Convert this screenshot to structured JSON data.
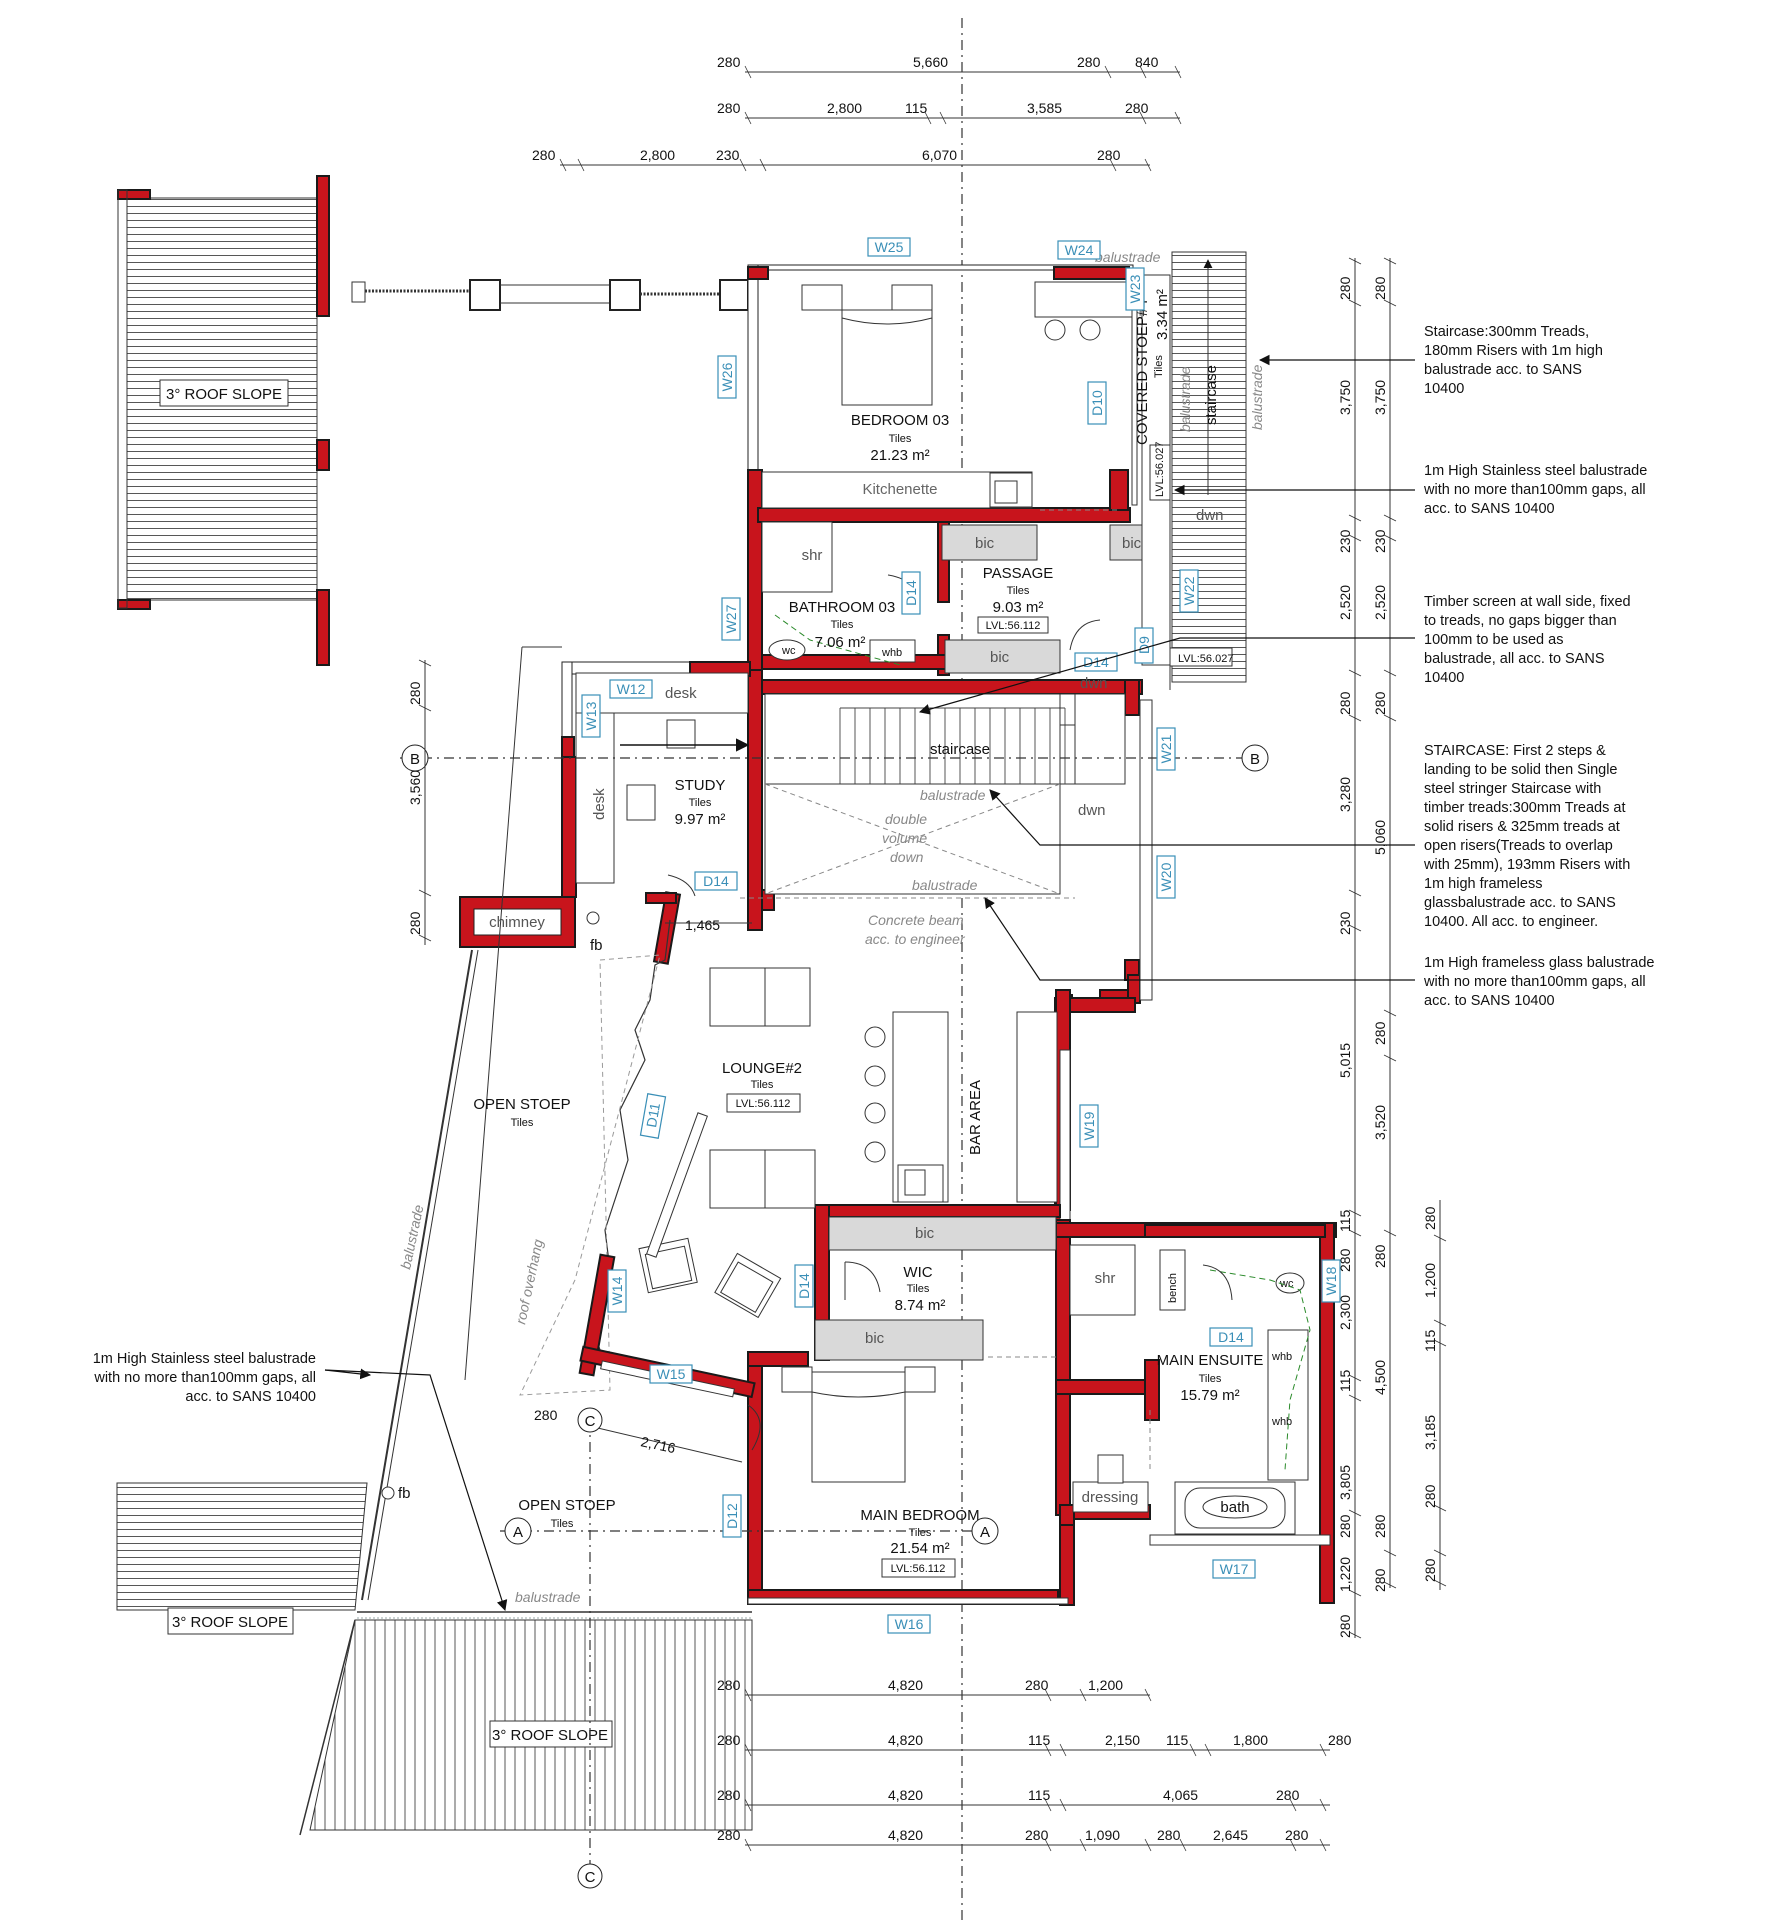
{
  "dimensions": {
    "top_row1": [
      "280",
      "5,660",
      "280",
      "840"
    ],
    "top_row2": [
      "280",
      "2,800",
      "115",
      "3,585",
      "280"
    ],
    "top_row3": [
      "280",
      "2,800",
      "230",
      "6,070",
      "280"
    ],
    "bottom_row1": [
      "280",
      "4,820",
      "280",
      "1,200"
    ],
    "bottom_row2": [
      "280",
      "4,820",
      "115",
      "2,150",
      "115",
      "1,800",
      "280"
    ],
    "bottom_row3": [
      "280",
      "4,820",
      "115",
      "4,065",
      "280"
    ],
    "bottom_row4": [
      "280",
      "4,820",
      "280",
      "1,090",
      "280",
      "2,645",
      "280"
    ],
    "right_col1": [
      "280",
      "3,750",
      "230",
      "2,520",
      "280",
      "3,280",
      "230",
      "5,015",
      "115",
      "280",
      "2,300",
      "115",
      "3,805",
      "280",
      "1,220",
      "280"
    ],
    "right_col2": [
      "280",
      "3,750",
      "230",
      "2,520",
      "280",
      "5,060",
      "280",
      "3,520",
      "280",
      "4,500",
      "280",
      "280"
    ],
    "right_col3": [
      "280",
      "1,200",
      "115",
      "3,185",
      "280",
      "280"
    ],
    "left_col": [
      "280",
      "3,560",
      "280"
    ],
    "misc": [
      "1,465",
      "2,716",
      "280"
    ]
  },
  "rooms": {
    "bedroom03": {
      "name": "BEDROOM 03",
      "finish": "Tiles",
      "area": "21.23 m²"
    },
    "kitchenette": {
      "name": "Kitchenette"
    },
    "bathroom03": {
      "name": "BATHROOM 03",
      "finish": "Tiles",
      "area": "7.06 m²"
    },
    "passage": {
      "name": "PASSAGE",
      "finish": "Tiles",
      "area": "9.03 m²",
      "level": "LVL:56.112"
    },
    "covered_stoep": {
      "name": "COVERED STOEP#4",
      "finish": "Tiles",
      "area": "3.34 m²",
      "level": "LVL:56.027"
    },
    "study": {
      "name": "STUDY",
      "finish": "Tiles",
      "area": "9.97 m²"
    },
    "lounge": {
      "name": "LOUNGE#2",
      "finish": "Tiles",
      "level": "LVL:56.112"
    },
    "bar_area": {
      "name": "BAR AREA"
    },
    "open_stoep_top": {
      "name": "OPEN STOEP",
      "finish": "Tiles"
    },
    "wic": {
      "name": "WIC",
      "finish": "Tiles",
      "area": "8.74 m²"
    },
    "main_ensuite": {
      "name": "MAIN ENSUITE",
      "finish": "Tiles",
      "area": "15.79 m²"
    },
    "main_bedroom": {
      "name": "MAIN BEDROOM",
      "finish": "Tiles",
      "area": "21.54 m²",
      "level": "LVL:56.112"
    },
    "open_stoep_bottom": {
      "name": "OPEN STOEP",
      "finish": "Tiles"
    }
  },
  "labels": {
    "roof_slope": "3° ROOF SLOPE",
    "shr": "shr",
    "wc": "wc",
    "whb": "whb",
    "bic": "bic",
    "desk": "desk",
    "chimney": "chimney",
    "fb": "fb",
    "staircase": "staircase",
    "dwn": "dwn",
    "balustrade": "balustrade",
    "double_volume": [
      "double",
      "volume",
      "down"
    ],
    "concrete_beam": [
      "Concrete beam",
      "acc. to engineer"
    ],
    "roof_overhang": "roof overhang",
    "bench": "bench",
    "bath": "bath",
    "dressing": "dressing",
    "lvl_stoep": "LVL:56.027",
    "grid": {
      "A": "A",
      "B": "B",
      "C": "C"
    }
  },
  "tags": {
    "windows": [
      "W25",
      "W24",
      "W23",
      "W26",
      "W27",
      "W22",
      "W12",
      "W13",
      "W21",
      "W20",
      "W19",
      "W18",
      "W17",
      "W16",
      "W15",
      "W14"
    ],
    "doors": [
      "D10",
      "D14",
      "D9",
      "D11",
      "D12"
    ]
  },
  "notes": {
    "n1": [
      "Staircase:300mm Treads,",
      "180mm Risers with 1m high",
      "balustrade acc. to SANS",
      "10400"
    ],
    "n2": [
      "1m High Stainless steel balustrade",
      "with no more than100mm gaps, all",
      "acc. to SANS 10400"
    ],
    "n3": [
      "Timber screen at wall side, fixed",
      "to treads, no gaps bigger than",
      "100mm to be used as",
      "balustrade, all acc. to SANS",
      "10400"
    ],
    "n4": [
      "STAIRCASE: First 2 steps &",
      "landing to be solid then Single",
      "steel stringer Staircase with",
      "timber treads:300mm Treads at",
      "solid risers & 325mm treads at",
      "open risers(Treads to overlap",
      "with 25mm), 193mm Risers with",
      "1m high frameless",
      "glassbalustrade acc. to SANS",
      "10400. All acc. to engineer."
    ],
    "n5": [
      "1m High frameless glass balustrade",
      "with no more than100mm gaps, all",
      "acc. to SANS 10400"
    ],
    "n6": [
      "1m High Stainless steel balustrade",
      "with no more than100mm gaps, all",
      "acc. to SANS 10400"
    ]
  }
}
